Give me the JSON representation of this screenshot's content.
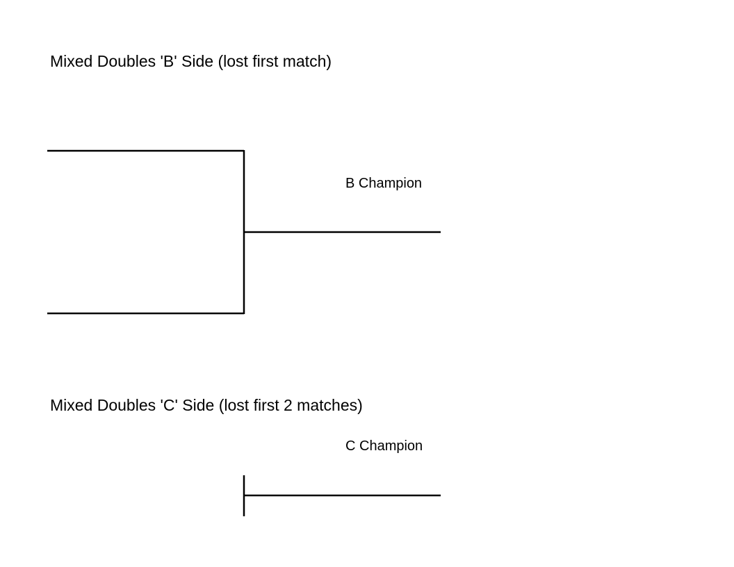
{
  "sections": {
    "b_side": {
      "title": "Mixed Doubles 'B' Side (lost first match)",
      "champion_label": "B Champion"
    },
    "c_side": {
      "title": "Mixed Doubles 'C' Side (lost first 2 matches)",
      "champion_label": "C Champion"
    }
  },
  "colors": {
    "background": "#ffffff",
    "ink": "#000000"
  }
}
